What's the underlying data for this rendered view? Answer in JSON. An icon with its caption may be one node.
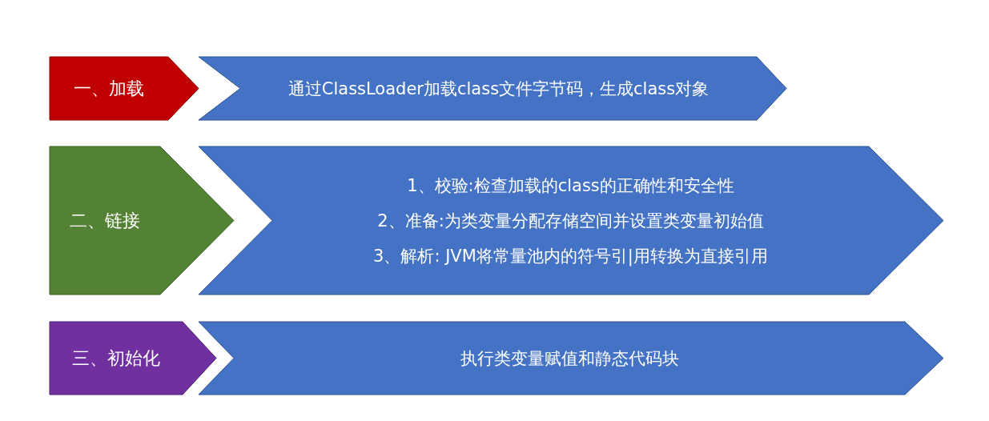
{
  "diagram": {
    "nodes": [
      {
        "text": [
          "一、加载"
        ]
      },
      {
        "text": [
          "通过ClassLoader加载class文件字节码，生成class对象"
        ]
      },
      {
        "text": [
          "二、链接"
        ]
      },
      {
        "text": [
          "1、校验:检查加载的class的正确性和安全性",
          "2、准备:为类变量分配存储空间并设置类变量初始值",
          "3、解析: JVM将常量池内的符号引|用转换为直接引用"
        ]
      },
      {
        "text": [
          "三、初始化"
        ]
      },
      {
        "text": [
          "执行类变量赋值和静态代码块"
        ]
      }
    ]
  }
}
